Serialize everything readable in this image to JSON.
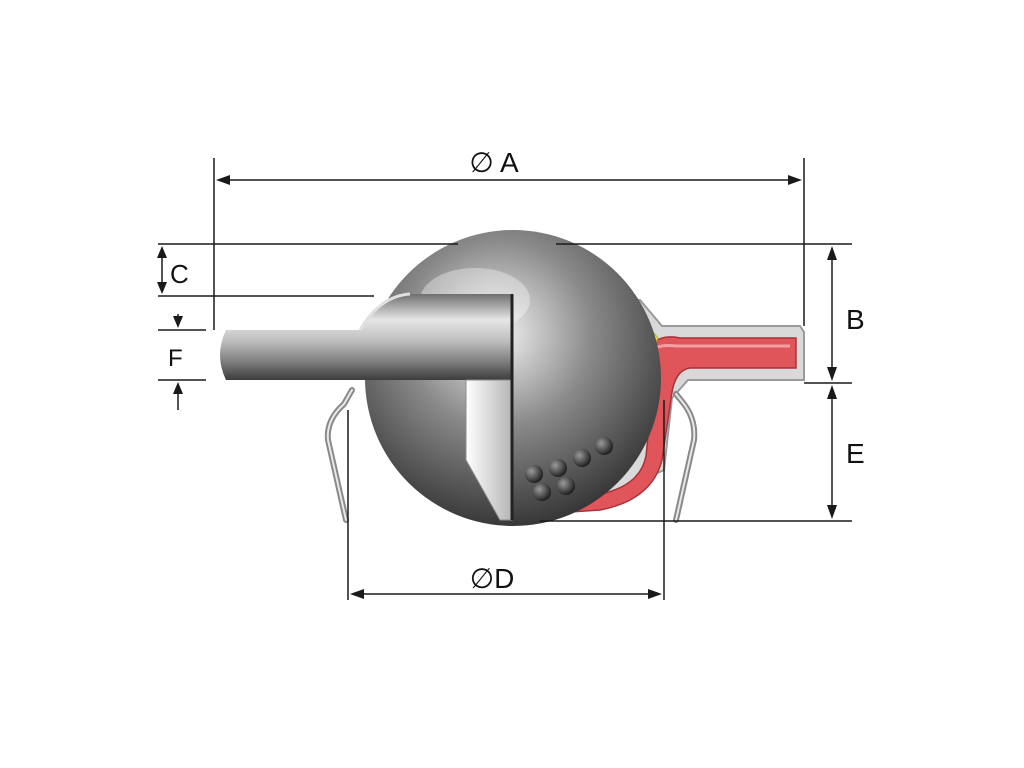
{
  "diagram": {
    "labels": {
      "a": "∅ A",
      "b": "B",
      "c": "C",
      "d": "∅D",
      "e": "E",
      "f": "F"
    },
    "colors": {
      "line": "#1a1a1a",
      "ball_light": "#f2f2f2",
      "ball_mid": "#8a8a8a",
      "ball_dark": "#2c2c2c",
      "housing_outer": "#d9d9d9",
      "housing_edge": "#9a9a9a",
      "seal_red": "#e0555a",
      "seal_red_dark": "#b83a40",
      "grease_yellow": "#f0e44a",
      "cavity_dark": "#1e1a18"
    },
    "components": [
      "main-ball",
      "flange-housing",
      "inner-race",
      "seal-ring",
      "grease-fill",
      "support-balls",
      "retaining-spring-clips"
    ]
  }
}
